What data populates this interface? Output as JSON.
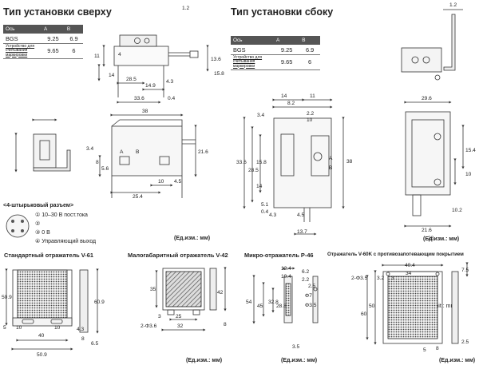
{
  "titles": {
    "top_mount": "Тип установки сверху",
    "side_mount": "Тип установки сбоку",
    "connector": "<4-штырьковый разъем>",
    "unit": "(Ед.изм.: мм)",
    "unit_en": "(Unit : mm)"
  },
  "spec_table": {
    "headers": [
      "Ось",
      "A",
      "B"
    ],
    "rows": [
      {
        "model": "BGS",
        "a": "9.25",
        "b": "6.9"
      },
      {
        "model": "Устройство для считывания маркировки",
        "a": "9.65",
        "b": "6"
      }
    ]
  },
  "connector_pins": [
    {
      "num": "1",
      "label": "10–30 В пост.тока"
    },
    {
      "num": "2",
      "label": ""
    },
    {
      "num": "3",
      "label": "0 В"
    },
    {
      "num": "4",
      "label": "Управляющий выход"
    }
  ],
  "reflectors": {
    "v61": "Стандартный отражатель V-61",
    "v42": "Малогабаритный отражатель V-42",
    "p46": "Микро-отражатель P-46",
    "v60k": "Отражатель V-60K с противозапотевающим покрытием"
  },
  "dims": {
    "tm_top": [
      "1.2",
      "4",
      "14",
      "11",
      "13.6",
      "15.8",
      "28.5",
      "14.9",
      "4.3",
      "33.6",
      "0.4"
    ],
    "tm_front": [
      "38",
      "3.4",
      "21.6",
      "25.4",
      "10",
      "4.5",
      "5.6",
      "8",
      "A",
      "B"
    ],
    "sm_top": [
      "1.2"
    ],
    "sm_front": [
      "14",
      "11",
      "3.4",
      "8.2",
      "2.2",
      "10",
      "33.6",
      "28.5",
      "15.8",
      "14",
      "5.1",
      "0.4",
      "4.3",
      "4.5",
      "13.7",
      "A",
      "B",
      "38"
    ],
    "sm_right": [
      "29.6",
      "15.4",
      "10",
      "10.2",
      "21.6",
      "28"
    ],
    "v61": [
      "50.9",
      "60.9",
      "40",
      "50.9",
      "5",
      "10",
      "10",
      "4.3",
      "8",
      "6.5"
    ],
    "v42": [
      "35",
      "42",
      "25",
      "32",
      "3",
      "2-Φ3.6",
      "8"
    ],
    "p46": [
      "12.4",
      "10.4",
      "6.2",
      "2.2",
      "2.5",
      "54",
      "45",
      "32.8",
      "28.8",
      "Φ7",
      "Φ3.5",
      "3.5"
    ],
    "v60k": [
      "40.4",
      "34",
      "2-Φ3.5",
      "3.2",
      "7.5",
      "50",
      "60",
      "8",
      "2.5",
      "5",
      "3"
    ]
  }
}
